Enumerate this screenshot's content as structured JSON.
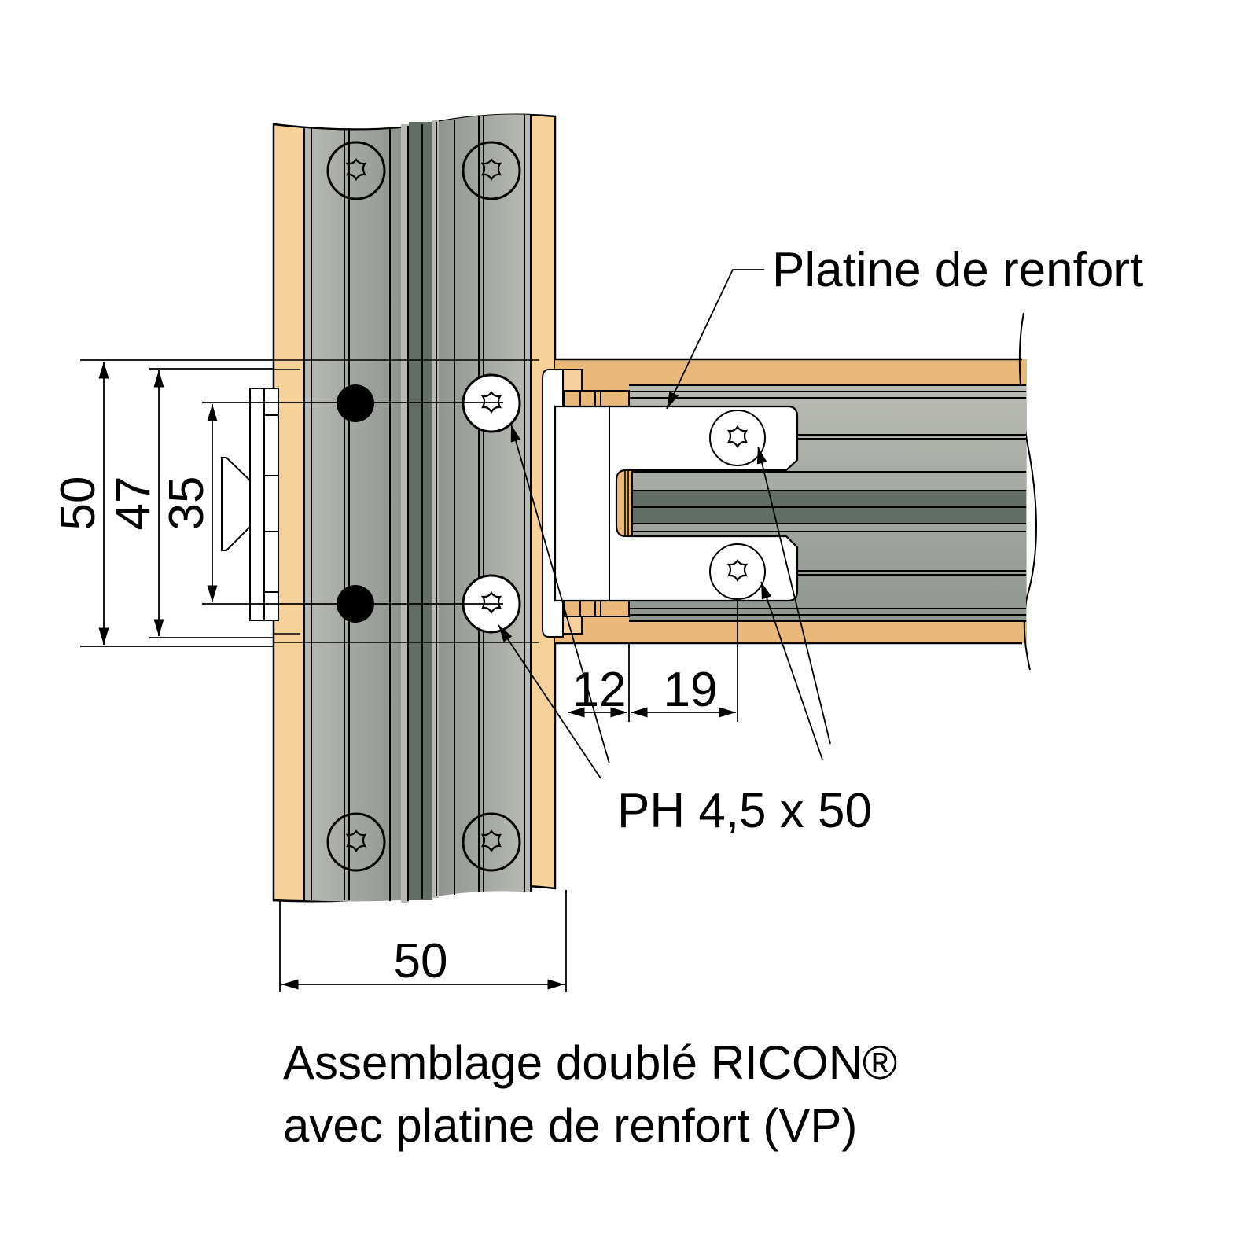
{
  "title_lines": [
    "Assemblage doublé RICON®",
    "avec platine de renfort (VP)"
  ],
  "labels": {
    "reinforcement_plate": "Platine de renfort",
    "screw_spec": "PH 4,5 x 50"
  },
  "dimensions": {
    "post_width": "50",
    "vertical_outer": "50",
    "vertical_mid": "47",
    "vertical_inner": "35",
    "horizontal_gap": "12",
    "horizontal_plate": "19"
  },
  "colors": {
    "wood_light": "#f6d29a",
    "wood_dark": "#e9b97a",
    "steel_light": "#b7b8b2",
    "steel_mid": "#969b95",
    "steel_dark": "#636e66",
    "outline": "#000000",
    "screw_head": "#ffffff",
    "pin": "#000000"
  },
  "components": {
    "post": "vertical timber post with RICON connector plate",
    "beam": "horizontal timber beam with RICON connector",
    "plate": "reinforcement plate (VP)",
    "screws_post_fixed": 4,
    "screws_highlighted": 4,
    "pins": 2
  }
}
